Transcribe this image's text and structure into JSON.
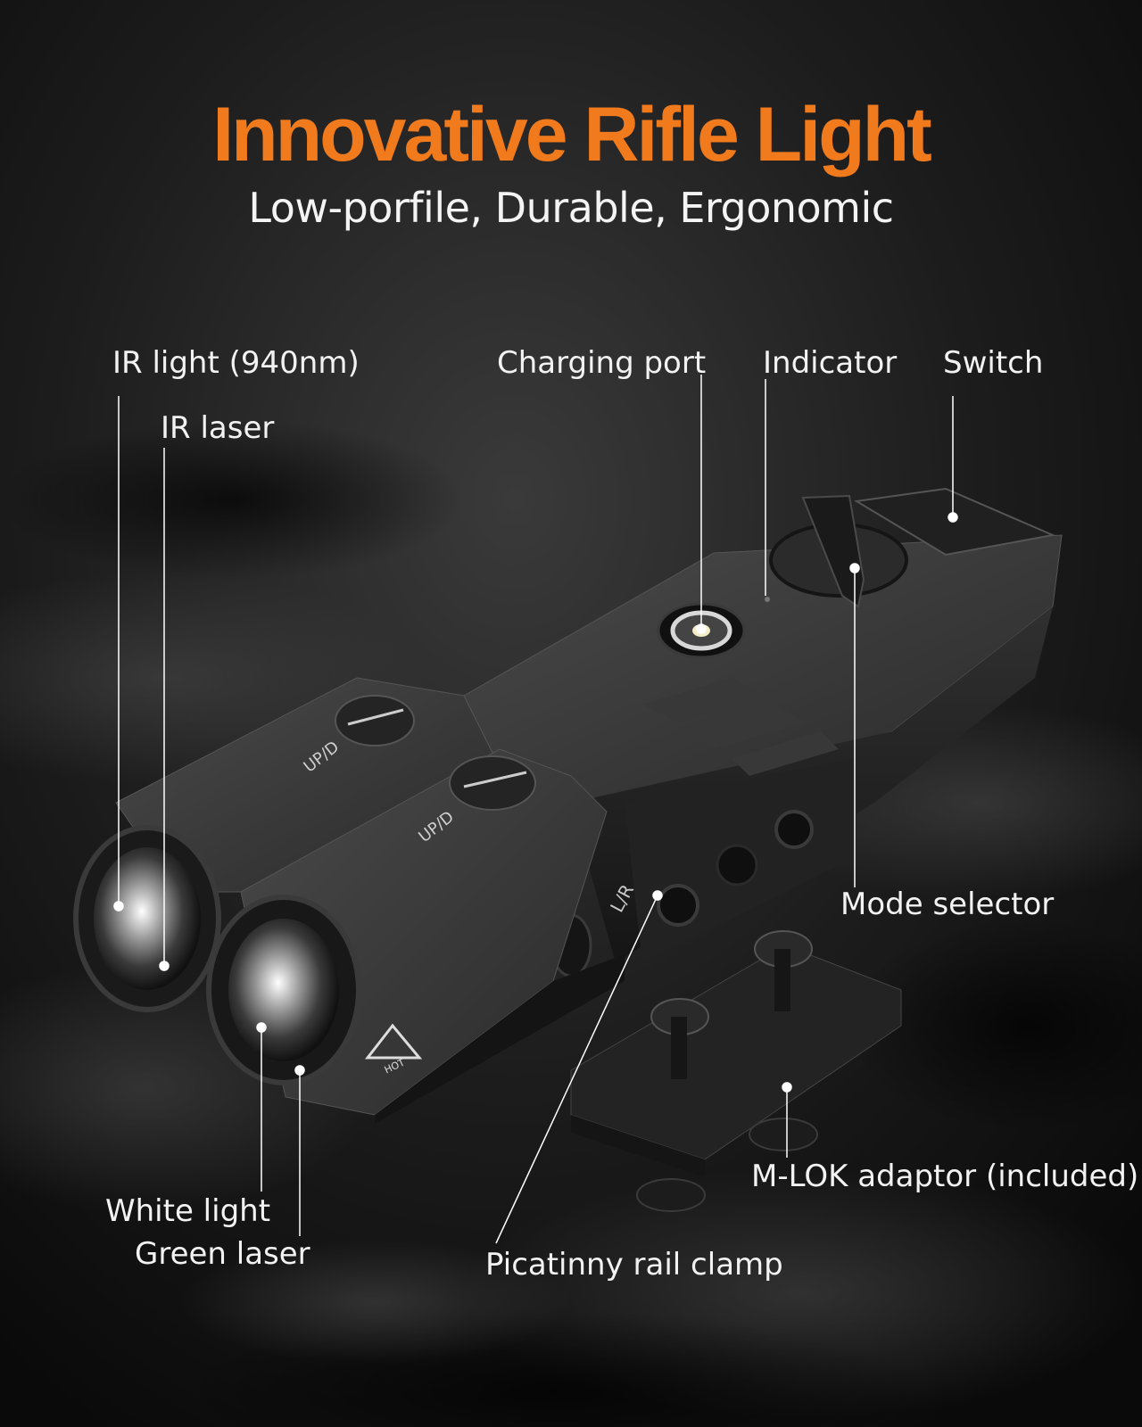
{
  "header": {
    "title": "Innovative Rifle Light",
    "subtitle": "Low-porfile, Durable, Ergonomic"
  },
  "callouts": {
    "ir_light": "IR light (940nm)",
    "ir_laser": "IR laser",
    "charging_port": "Charging port",
    "indicator": "Indicator",
    "switch": "Switch",
    "mode_selector": "Mode selector",
    "mlok_adaptor": "M-LOK adaptor (included)",
    "white_light": "White light",
    "green_laser": "Green laser",
    "picatinny_clamp": "Picatinny rail clamp"
  },
  "product_markings": {
    "adjuster_1": "UP/D",
    "adjuster_2": "UP/D",
    "side_adjuster": "L/R",
    "warning_label": "HOT"
  },
  "colors": {
    "accent": "#f07a1c",
    "text": "#f2f2f2",
    "background": "#111111"
  }
}
